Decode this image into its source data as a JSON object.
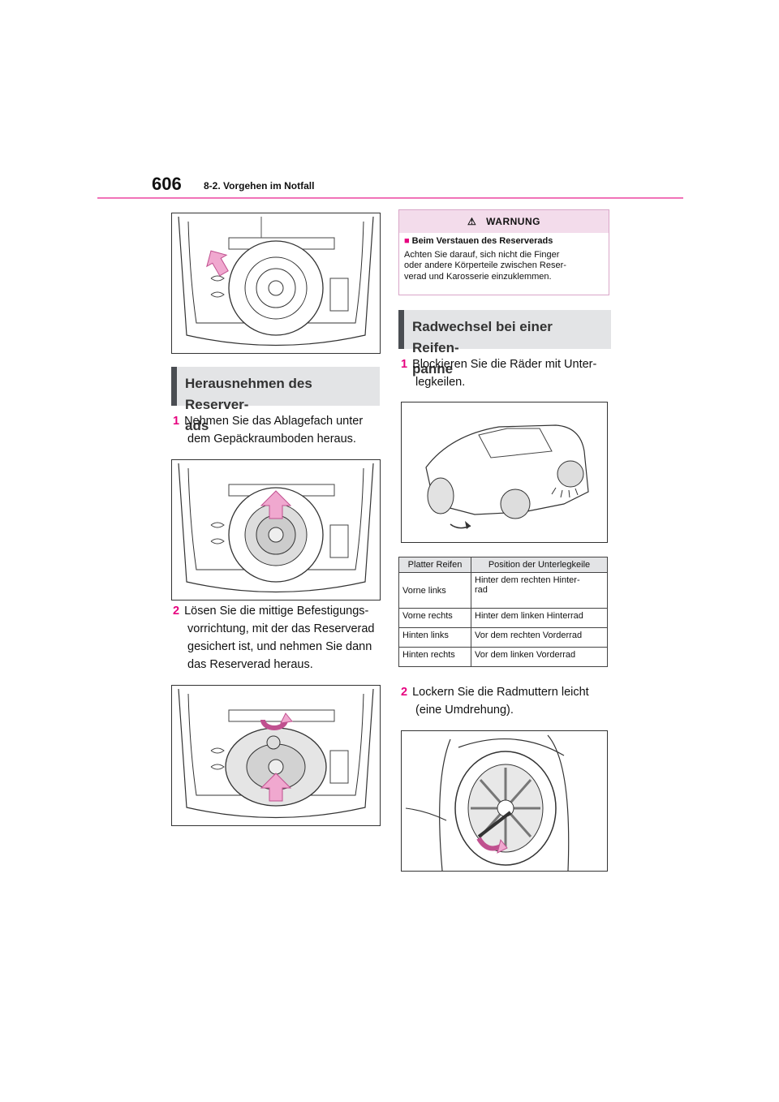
{
  "header": {
    "page_number": "606",
    "section": "8-2. Vorgehen im Notfall"
  },
  "left": {
    "heading": {
      "line1": "Herausnehmen des Reserver-",
      "line2": "ads"
    },
    "step1": {
      "num": "1",
      "line1": "Nehmen Sie das Ablagefach unter",
      "line2": "dem Gepäckraumboden heraus."
    },
    "step2": {
      "num": "2",
      "line1": "Lösen Sie die mittige Befestigungs-",
      "line2": "vorrichtung, mit der das Reserverad",
      "line3": "gesichert ist, und nehmen Sie dann",
      "line4": "das Reserverad heraus."
    }
  },
  "warning": {
    "title": "WARNUNG",
    "subtitle": "Beim Verstauen des Reserverads",
    "text1": "Achten Sie darauf, sich nicht die Finger",
    "text2": "oder andere Körperteile zwischen Reser-",
    "text3": "verad und Karosserie einzuklemmen."
  },
  "right": {
    "heading": {
      "line1": "Radwechsel bei einer Reifen-",
      "line2": "panne"
    },
    "step1": {
      "num": "1",
      "line1": "Blockieren Sie die Räder mit Unter-",
      "line2": "legkeilen."
    },
    "table": {
      "headers": [
        "Platter Reifen",
        "Position der Unterlegkeile"
      ],
      "rows": [
        {
          "a": "Vorne links",
          "b1": "Hinter dem rechten Hinter-",
          "b2": "rad"
        },
        {
          "a": "Vorne rechts",
          "b1": "Hinter dem linken Hinterrad",
          "b2": ""
        },
        {
          "a": "Hinten links",
          "b1": "Vor dem rechten Vorderrad",
          "b2": ""
        },
        {
          "a": "Hinten rechts",
          "b1": "Vor dem linken Vorderrad",
          "b2": ""
        }
      ]
    },
    "step2": {
      "num": "2",
      "line1": "Lockern Sie die Radmuttern leicht",
      "line2": "(eine Umdrehung)."
    }
  },
  "colors": {
    "accent": "#e6007e",
    "arrow_fill": "#f0a8cf",
    "heading_bg": "#e3e4e6",
    "heading_bar": "#4a4d52"
  }
}
